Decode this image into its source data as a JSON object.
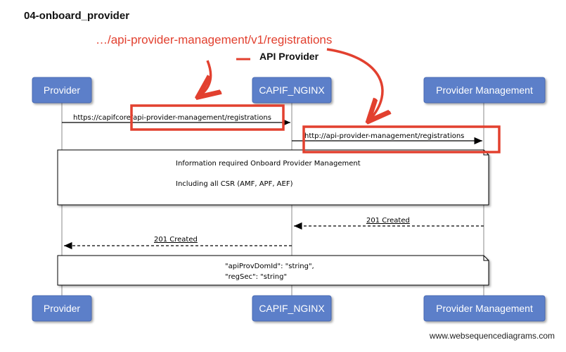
{
  "diagram": {
    "title": "04-onboard_provider",
    "group_label": "API Provider",
    "footer": "www.websequencediagrams.com",
    "participants": [
      "Provider",
      "CAPIF_NGINX",
      "Provider Management"
    ],
    "messages": [
      {
        "label": "https://capifcore/api-provider-management/registrations",
        "from": "Provider",
        "to": "CAPIF_NGINX",
        "style": "solid"
      },
      {
        "label": "http://api-provider-management/registrations",
        "from": "CAPIF_NGINX",
        "to": "Provider Management",
        "style": "solid"
      },
      {
        "label": "201 Created",
        "from": "Provider Management",
        "to": "CAPIF_NGINX",
        "style": "dashed"
      },
      {
        "label": "201 Created",
        "from": "CAPIF_NGINX",
        "to": "Provider",
        "style": "dashed"
      }
    ],
    "notes": [
      {
        "lines": [
          "Information required Onboard Provider Management",
          "Including all CSR (AMF, APF, AEF)"
        ]
      },
      {
        "lines": [
          "\"apiProvDomId\": \"string\",",
          "\"regSec\": \"string\""
        ]
      }
    ],
    "annotation": {
      "text": "…/api-provider-management/v1/registrations",
      "color": "#e2402f"
    },
    "colors": {
      "participant_fill": "#5b7fc9",
      "participant_border": "#4a6bb3",
      "highlight": "#e2402f"
    }
  }
}
